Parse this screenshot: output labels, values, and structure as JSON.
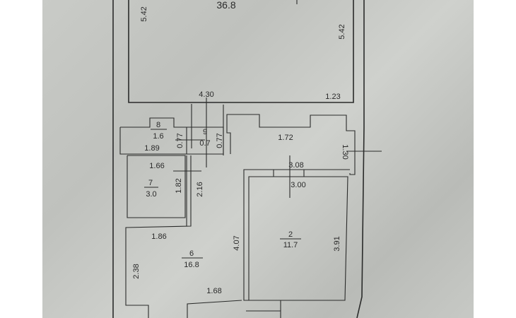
{
  "rooms": [
    {
      "number": "",
      "area": "36.8"
    },
    {
      "number": "8",
      "area": "1.6"
    },
    {
      "number": "9",
      "area": "0.7"
    },
    {
      "number": "7",
      "area": "3.0"
    },
    {
      "number": "6",
      "area": "16.8"
    },
    {
      "number": "2",
      "area": "11.7"
    }
  ],
  "dimensions": {
    "top_left_542": "5.42",
    "top_right_542": "5.42",
    "d430": "4.30",
    "d123": "1.23",
    "d172": "1.72",
    "d189": "1.89",
    "d077a": "0.77",
    "d077b": "0.77",
    "d130": "1.30",
    "d166": "1.66",
    "d182": "1.82",
    "d216": "2.16",
    "d308": "3.08",
    "d300": "3.00",
    "d186": "1.86",
    "d238": "2.38",
    "d407": "4.07",
    "d391": "3.91",
    "d168": "1.68"
  }
}
